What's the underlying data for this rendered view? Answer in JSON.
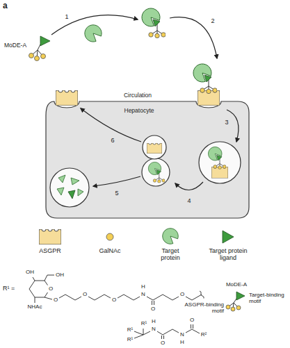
{
  "diagram": {
    "nodes": [
      {
        "text": [
          "Hepatocyte"
        ]
      }
    ],
    "labels": [
      "a",
      "MoDE-A",
      "1",
      "2",
      "Circulation",
      "3",
      "4",
      "6",
      "5",
      "R¹ =",
      "OH",
      "OH",
      "O",
      "NHAc",
      "O",
      "O",
      "O",
      "N",
      "H",
      "O",
      "O",
      "MoDE-A",
      "ASGPR-binding motif",
      "Target-binding motif",
      "R¹",
      "R¹",
      "R¹",
      "N",
      "H",
      "O",
      "N",
      "H",
      "O",
      "R²"
    ],
    "legend": [
      {
        "text": "ASGPR"
      },
      {
        "text": "GalNAc"
      },
      {
        "text": "Target protein"
      },
      {
        "text": "Target protein ligand"
      }
    ]
  }
}
